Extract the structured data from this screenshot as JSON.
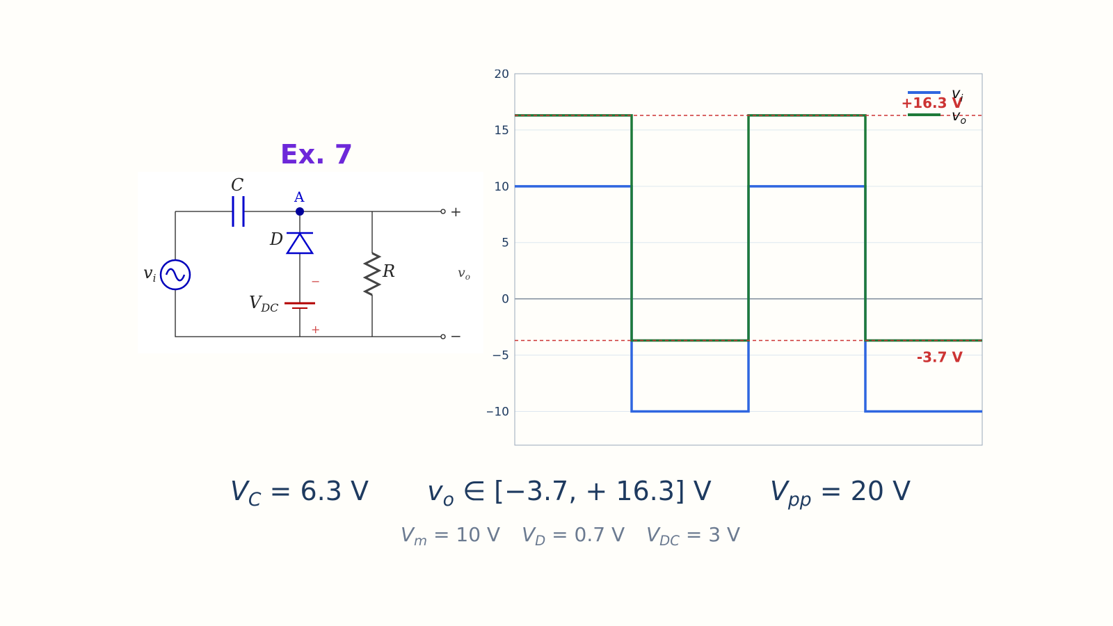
{
  "title": "Ex. 7",
  "circuit": {
    "source_label": "v",
    "source_sub": "i",
    "capacitor_label": "C",
    "node_label": "A",
    "diode_label": "D",
    "battery_label": "V",
    "battery_sub": "DC",
    "battery_minus": "−",
    "battery_plus": "+",
    "resistor_label": "R",
    "output_label": "v",
    "output_sub": "o",
    "terminal_plus": "+",
    "terminal_minus": "−"
  },
  "chart_data": {
    "type": "line",
    "x": [
      0,
      1,
      1,
      2,
      2,
      3,
      3,
      4
    ],
    "x_range": [
      0,
      4
    ],
    "ylim": [
      -13,
      20
    ],
    "yticks": [
      20,
      15,
      10,
      5,
      0,
      -5,
      -10
    ],
    "ytick_labels": [
      "20",
      "15",
      "10",
      "5",
      "0",
      "−5",
      "−10"
    ],
    "grid": true,
    "legend_position": "top-right",
    "series": [
      {
        "name": "v_i",
        "color": "#2f66e0",
        "x": [
          0,
          1,
          1,
          2,
          2,
          3,
          3,
          4
        ],
        "y": [
          10,
          10,
          -10,
          -10,
          10,
          10,
          -10,
          -10
        ]
      },
      {
        "name": "v_o",
        "color": "#1e7a3a",
        "x": [
          0,
          1,
          1,
          2,
          2,
          3,
          3,
          4
        ],
        "y": [
          16.3,
          16.3,
          -3.7,
          -3.7,
          16.3,
          16.3,
          -3.7,
          -3.7
        ]
      }
    ],
    "reference_lines": [
      {
        "y": 16.3,
        "label": "+16.3 V",
        "color": "#cc3333"
      },
      {
        "y": -3.7,
        "label": "-3.7 V",
        "color": "#cc3333"
      }
    ]
  },
  "equations": {
    "vc": {
      "sym": "V",
      "sub": "C",
      "rest": " = 6.3 V"
    },
    "vo": {
      "sym": "v",
      "sub": "o",
      "rest": " ∈ [−3.7,  + 16.3] V"
    },
    "vpp": {
      "sym": "V",
      "sub": "pp",
      "rest": " = 20 V"
    }
  },
  "params": {
    "vm": {
      "sym": "V",
      "sub": "m",
      "rest": " = 10 V"
    },
    "vd": {
      "sym": "V",
      "sub": "D",
      "rest": " = 0.7 V"
    },
    "vdc": {
      "sym": "V",
      "sub": "DC",
      "rest": " = 3 V"
    }
  },
  "colors": {
    "title": "#6d28d9",
    "circuit_blue": "#0000cc",
    "battery_red": "#b30000",
    "equation": "#1e3a5f",
    "params": "#6b7a90"
  }
}
